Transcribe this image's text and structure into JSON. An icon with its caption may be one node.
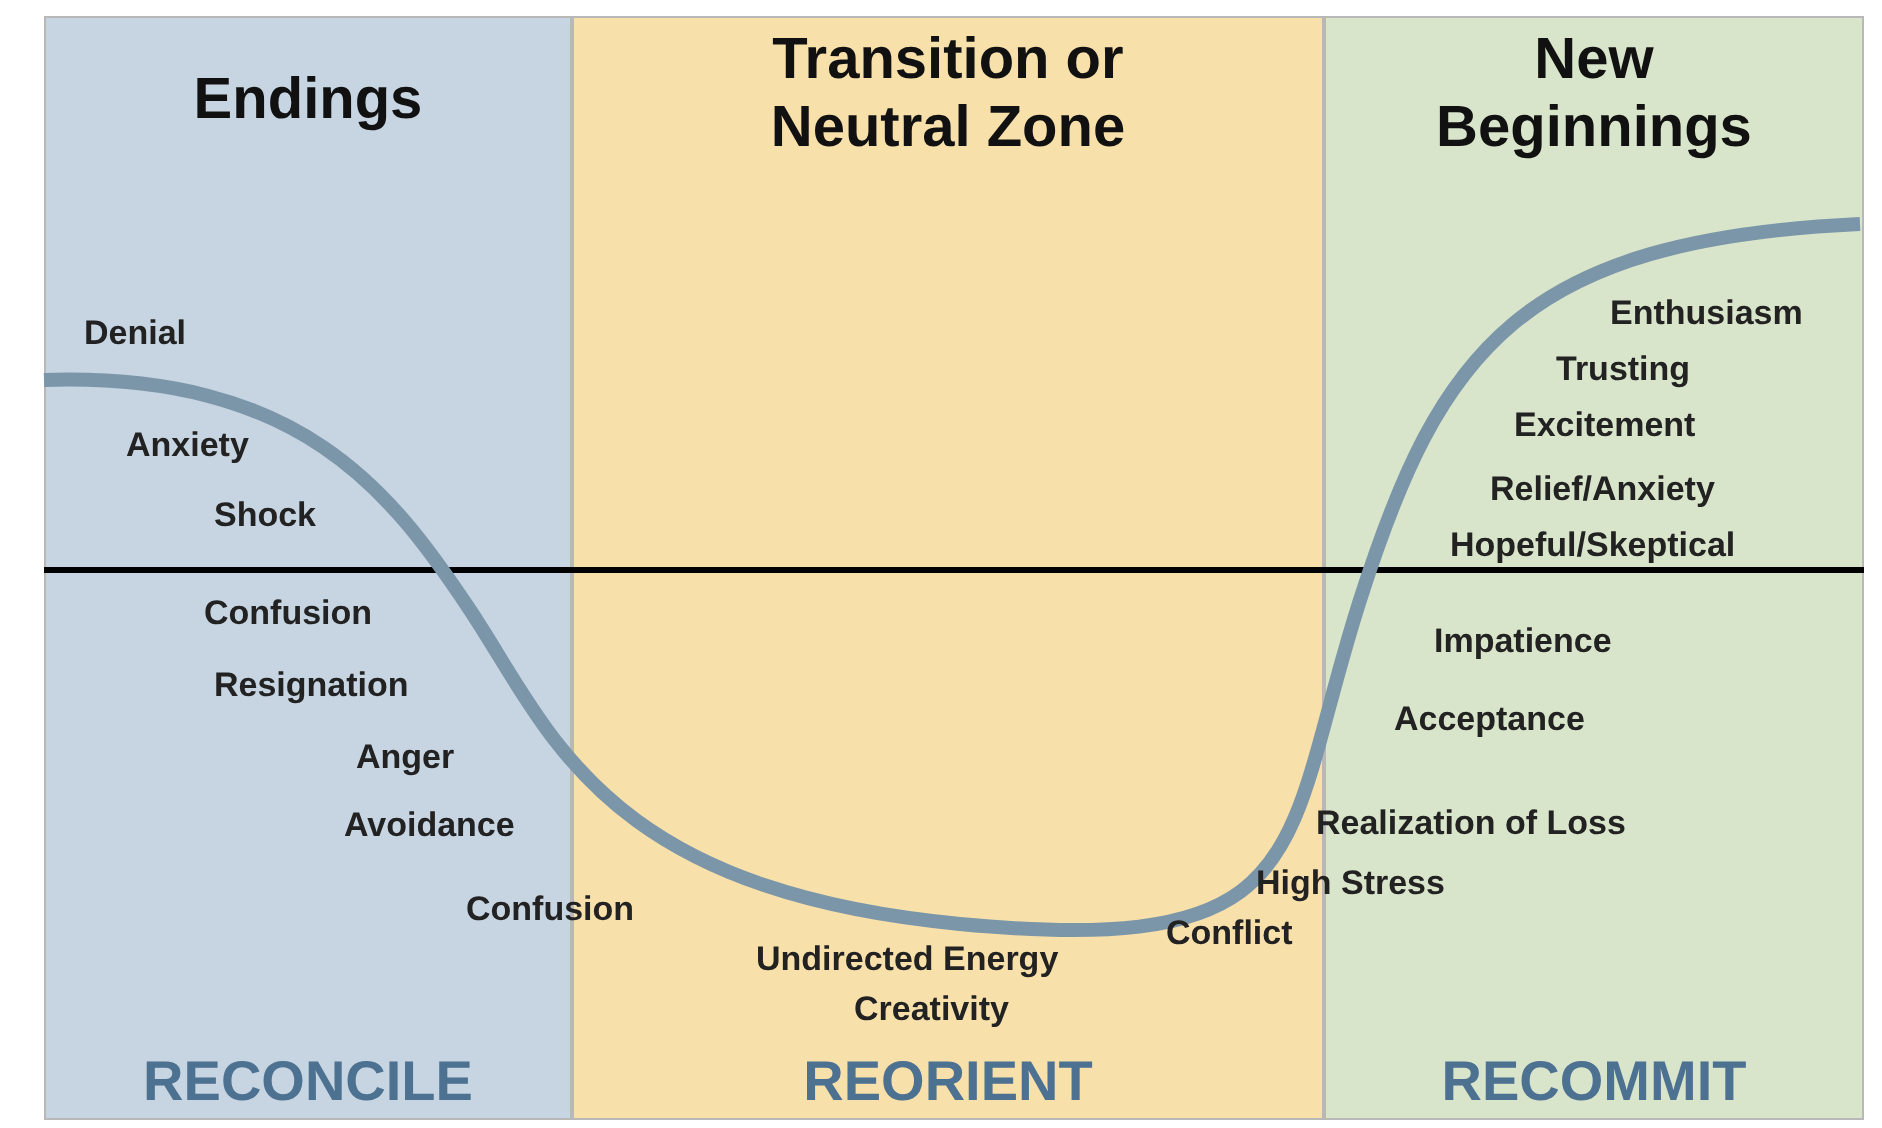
{
  "diagram": {
    "nodes": [
      {
        "text": [
          "Endings",
          "RECONCILE"
        ]
      },
      {
        "text": [
          "Transition or Neutral Zone",
          "REORIENT"
        ]
      },
      {
        "text": [
          "New Beginnings",
          "RECOMMIT"
        ]
      }
    ],
    "labels": [
      "Denial",
      "Enthusiasm",
      "Trusting",
      "Anxiety",
      "Excitement",
      "Relief/Anxiety",
      "Shock",
      "Hopeful/Skeptical",
      "Confusion",
      "Impatience",
      "Resignation",
      "Acceptance",
      "Anger",
      "Avoidance",
      "Realization of Loss",
      "High Stress",
      "Confusion",
      "Conflict",
      "Undirected Energy",
      "Creativity"
    ]
  }
}
